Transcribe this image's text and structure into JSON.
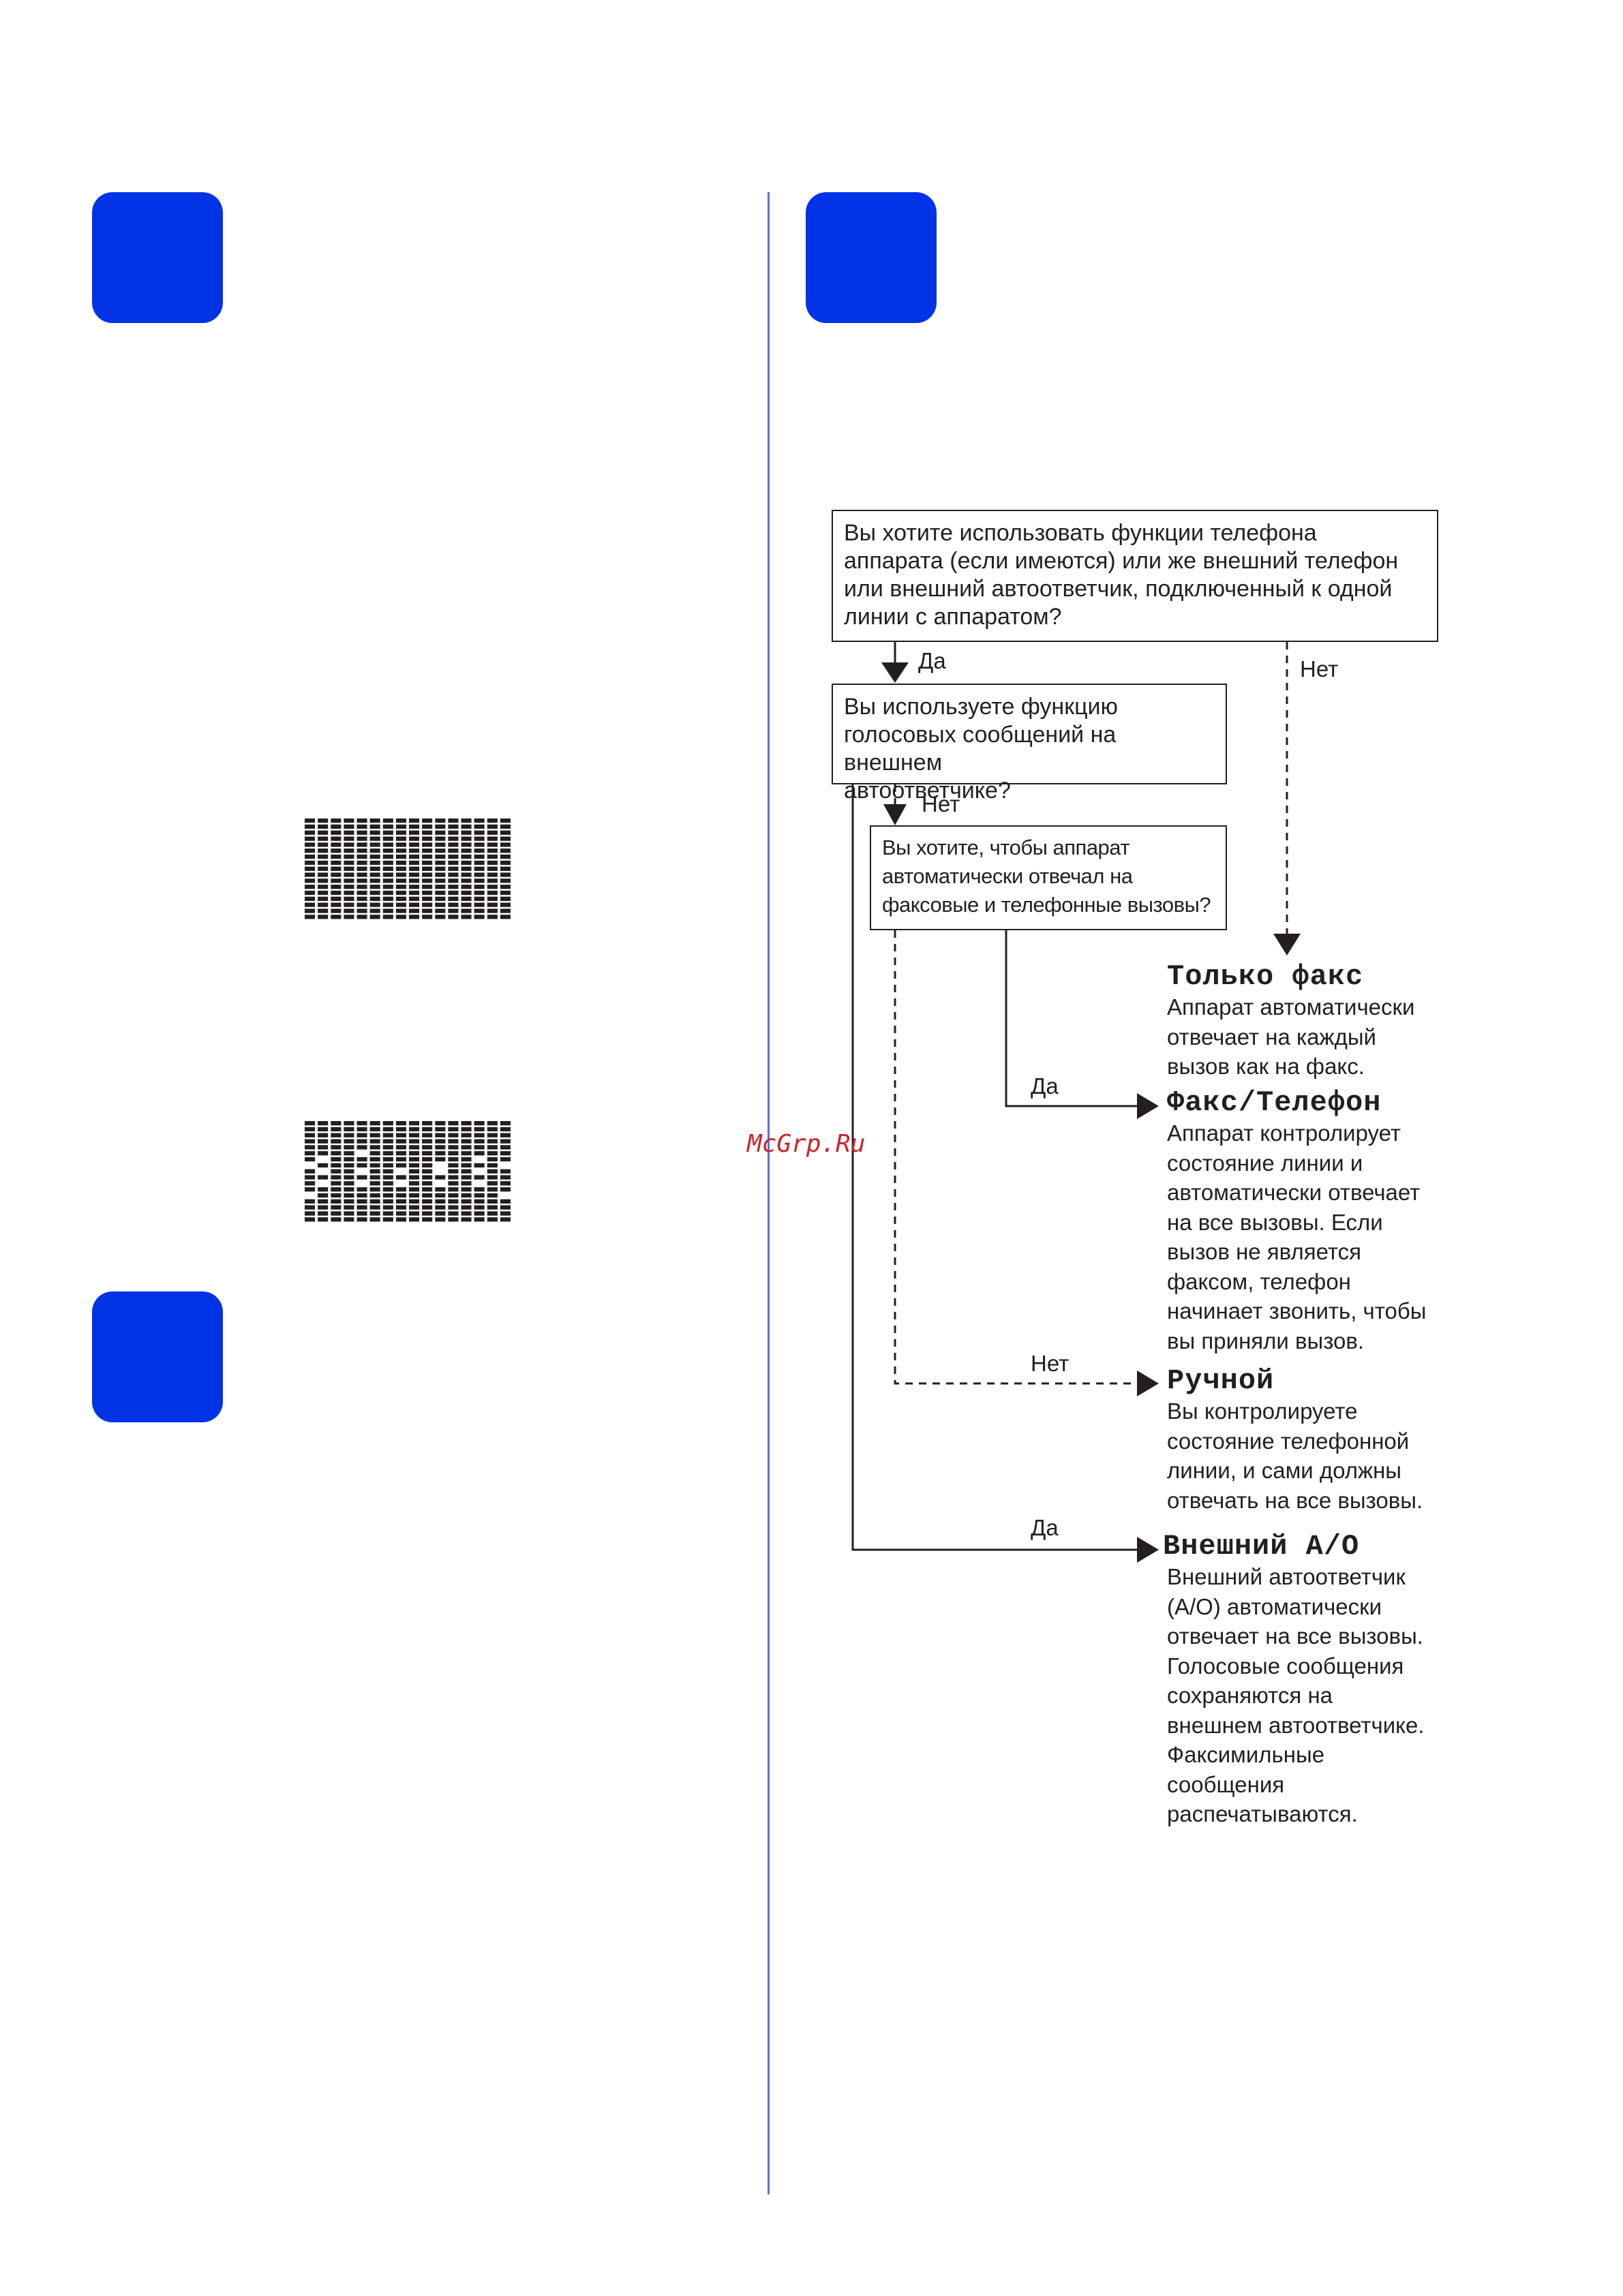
{
  "flowchart": {
    "question_1": "Вы хотите использовать функции телефона\nаппарата (если имеются) или же внешний телефон\nили внешний автоответчик, подключенный к одной\nлинии с аппаратом?",
    "question_2": "Вы используете функцию\nголосовых сообщений на внешнем\nавтоответчике?",
    "question_3": "Вы хотите, чтобы аппарат\nавтоматически отвечал на\nфаксовые и телефонные вызовы?",
    "labels": {
      "q1_yes": "Да",
      "q1_no": "Нет",
      "q2_no": "Нет",
      "q3_yes": "Да",
      "q3_no": "Нет",
      "q2_yes": "Да"
    },
    "modes": [
      {
        "title": "Только факс",
        "description": "Аппарат автоматически\nотвечает на каждый\nвызов как на факс."
      },
      {
        "title": "Факс/Телефон",
        "description": "Аппарат контролирует\nсостояние линии и\nавтоматически отвечает\nна все вызовы. Если\nвызов не является\nфаксом, телефон\nначинает звонить, чтобы\nвы приняли вызов."
      },
      {
        "title": "Ручной",
        "description": "Вы контролируете\nсостояние телефонной\nлинии, и сами должны\nотвечать на все вызовы."
      },
      {
        "title": "Внешний А/О",
        "description": "Внешний автоответчик\n(А/О) автоматически\nотвечает на все вызовы.\nГолосовые сообщения\nсохраняются на\nвнешнем автоответчике.\nФаксимильные\nсообщения\nраспечатываются."
      }
    ]
  },
  "watermark": "McGrp.Ru",
  "colors": {
    "badge": "#0033e6",
    "divider": "#5a6fe0",
    "ink": "#231f20",
    "watermark": "#c9242b"
  }
}
